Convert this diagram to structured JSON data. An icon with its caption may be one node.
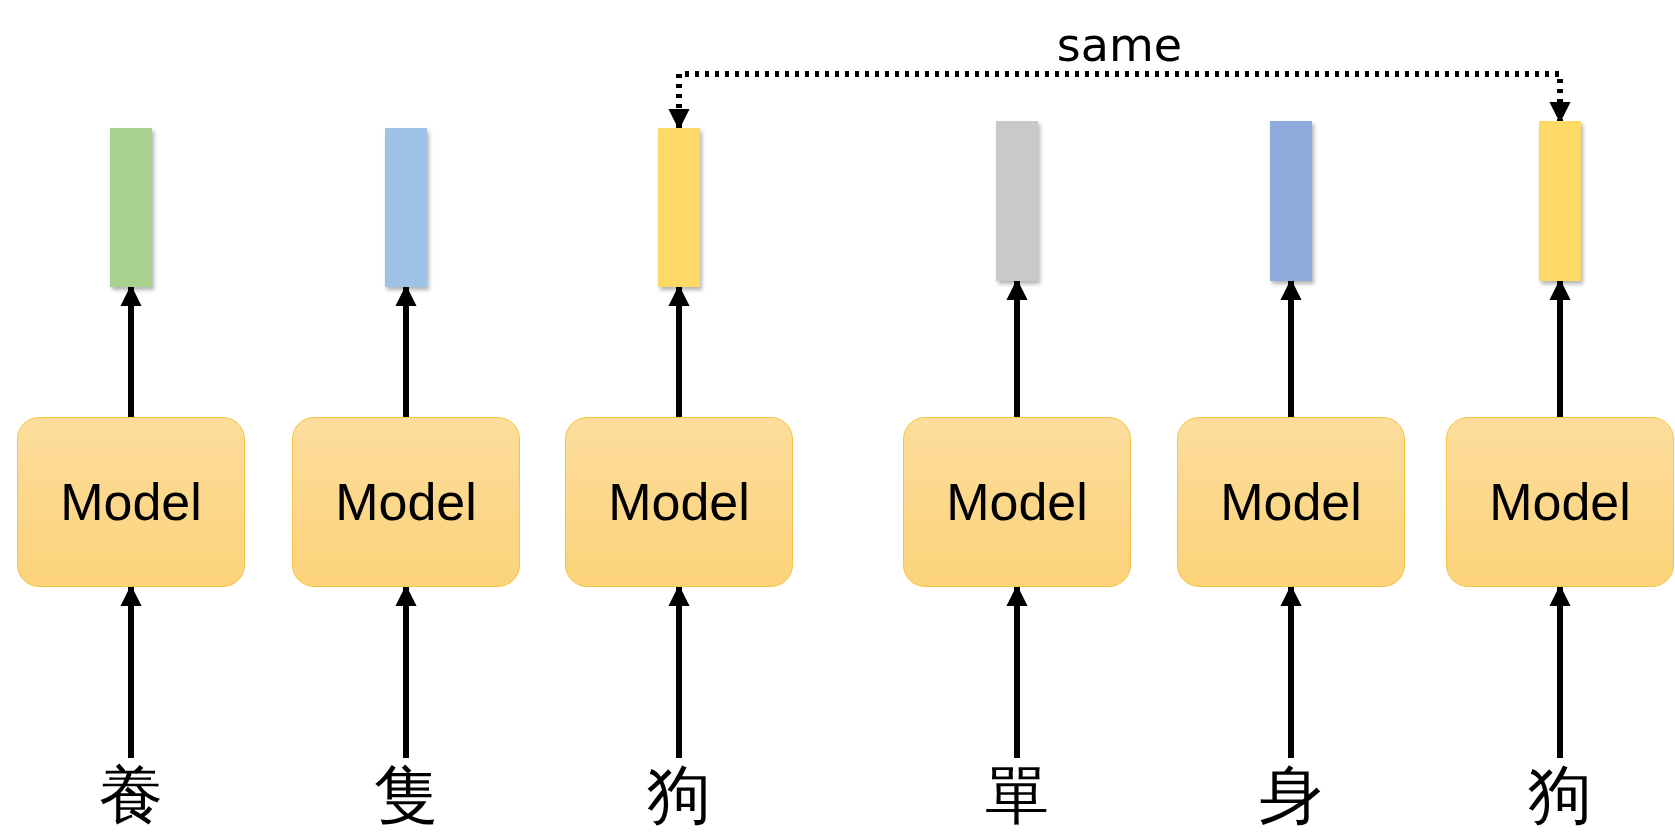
{
  "diagram": {
    "nodes": [
      {
        "text": [],
        "shape": "bar"
      },
      {
        "text": [],
        "shape": "bar"
      },
      {
        "text": [],
        "shape": "bar"
      },
      {
        "text": [],
        "shape": "bar"
      },
      {
        "text": [],
        "shape": "bar"
      },
      {
        "text": [],
        "shape": "bar"
      },
      {
        "text": [
          "Model"
        ]
      },
      {
        "text": [
          "Model"
        ]
      },
      {
        "text": [
          "Model"
        ]
      },
      {
        "text": [
          "Model"
        ]
      },
      {
        "text": [
          "Model"
        ]
      },
      {
        "text": [
          "Model"
        ]
      },
      {
        "text": [
          "養"
        ]
      },
      {
        "text": [
          "隻"
        ]
      },
      {
        "text": [
          "狗"
        ]
      },
      {
        "text": [
          "單"
        ]
      },
      {
        "text": [
          "身"
        ]
      },
      {
        "text": [
          "狗"
        ]
      }
    ],
    "edges": [
      {
        "from": 12,
        "to": 6,
        "arrow": "to"
      },
      {
        "from": 13,
        "to": 7,
        "arrow": "to"
      },
      {
        "from": 14,
        "to": 8,
        "arrow": "to"
      },
      {
        "from": 15,
        "to": 9,
        "arrow": "to"
      },
      {
        "from": 16,
        "to": 10,
        "arrow": "to"
      },
      {
        "from": 17,
        "to": 11,
        "arrow": "to"
      },
      {
        "from": 6,
        "to": 0,
        "arrow": "to"
      },
      {
        "from": 7,
        "to": 1,
        "arrow": "to"
      },
      {
        "from": 8,
        "to": 2,
        "arrow": "to"
      },
      {
        "from": 9,
        "to": 3,
        "arrow": "to"
      },
      {
        "from": 10,
        "to": 4,
        "arrow": "to"
      },
      {
        "from": 11,
        "to": 5,
        "arrow": "to"
      },
      {
        "from": 2,
        "to": 5,
        "arrow": "both",
        "label": "same",
        "style": "dashed"
      }
    ]
  }
}
